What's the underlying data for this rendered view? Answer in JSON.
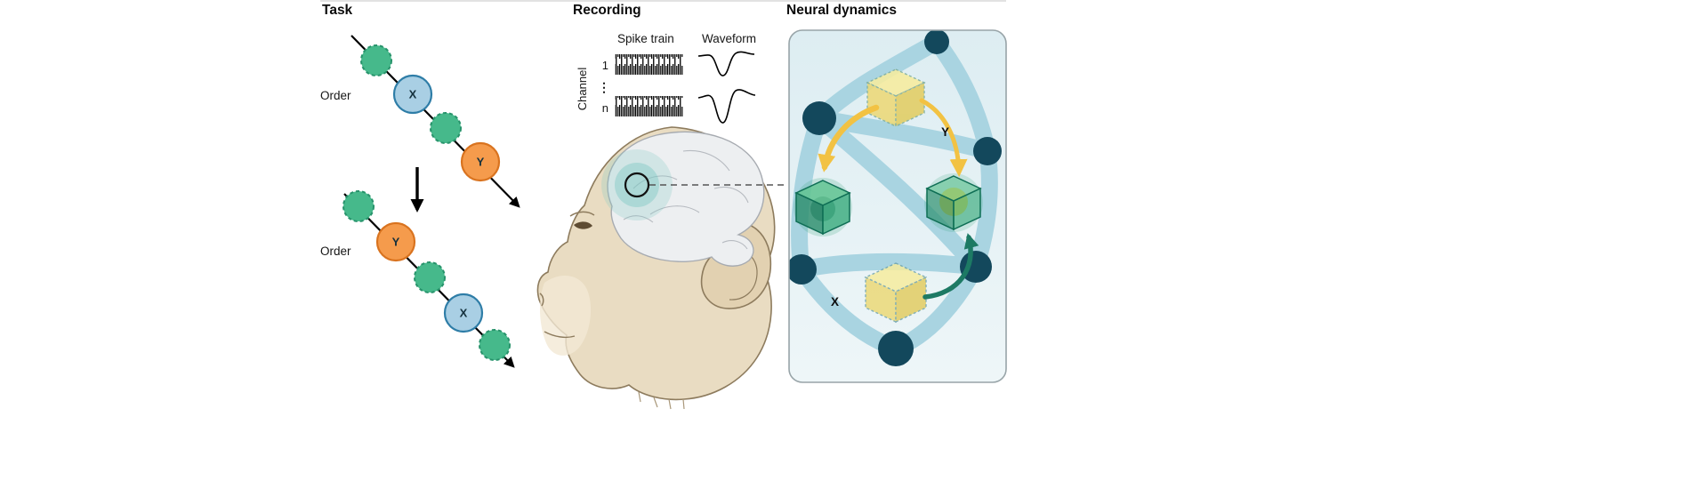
{
  "task": {
    "title": "Task",
    "order_label": "Order",
    "item_x_label": "X",
    "item_y_label": "Y"
  },
  "recording": {
    "title": "Recording",
    "spike_train_label": "Spike train",
    "waveform_label": "Waveform",
    "channel_axis_label": "Channel",
    "channel_first": "1",
    "channel_ellipsis": "⋮",
    "channel_last": "n"
  },
  "neural_dynamics": {
    "title": "Neural dynamics",
    "y_label": "Y",
    "x_label": "X"
  },
  "colors": {
    "item_green_fill": "#46b98b",
    "item_green_border": "#27936b",
    "item_x_fill": "#a9cfe4",
    "item_x_border": "#2e7da7",
    "item_y_fill": "#f59b4c",
    "item_y_border": "#d9731f",
    "arrow_black": "#000000",
    "monkey_fur": "#e9dcc2",
    "brain_gray": "#edeff1",
    "recording_site_teal": "#7ec8c4",
    "panel_background": "#e6f2f5",
    "network_node_dark": "#13485c",
    "network_link_blue": "#a9d4e1",
    "cube_yellow": "#f1e387",
    "cube_green": "#3fae81",
    "arrow_yellow": "#f2c243",
    "arrow_teal": "#1d7a64"
  }
}
